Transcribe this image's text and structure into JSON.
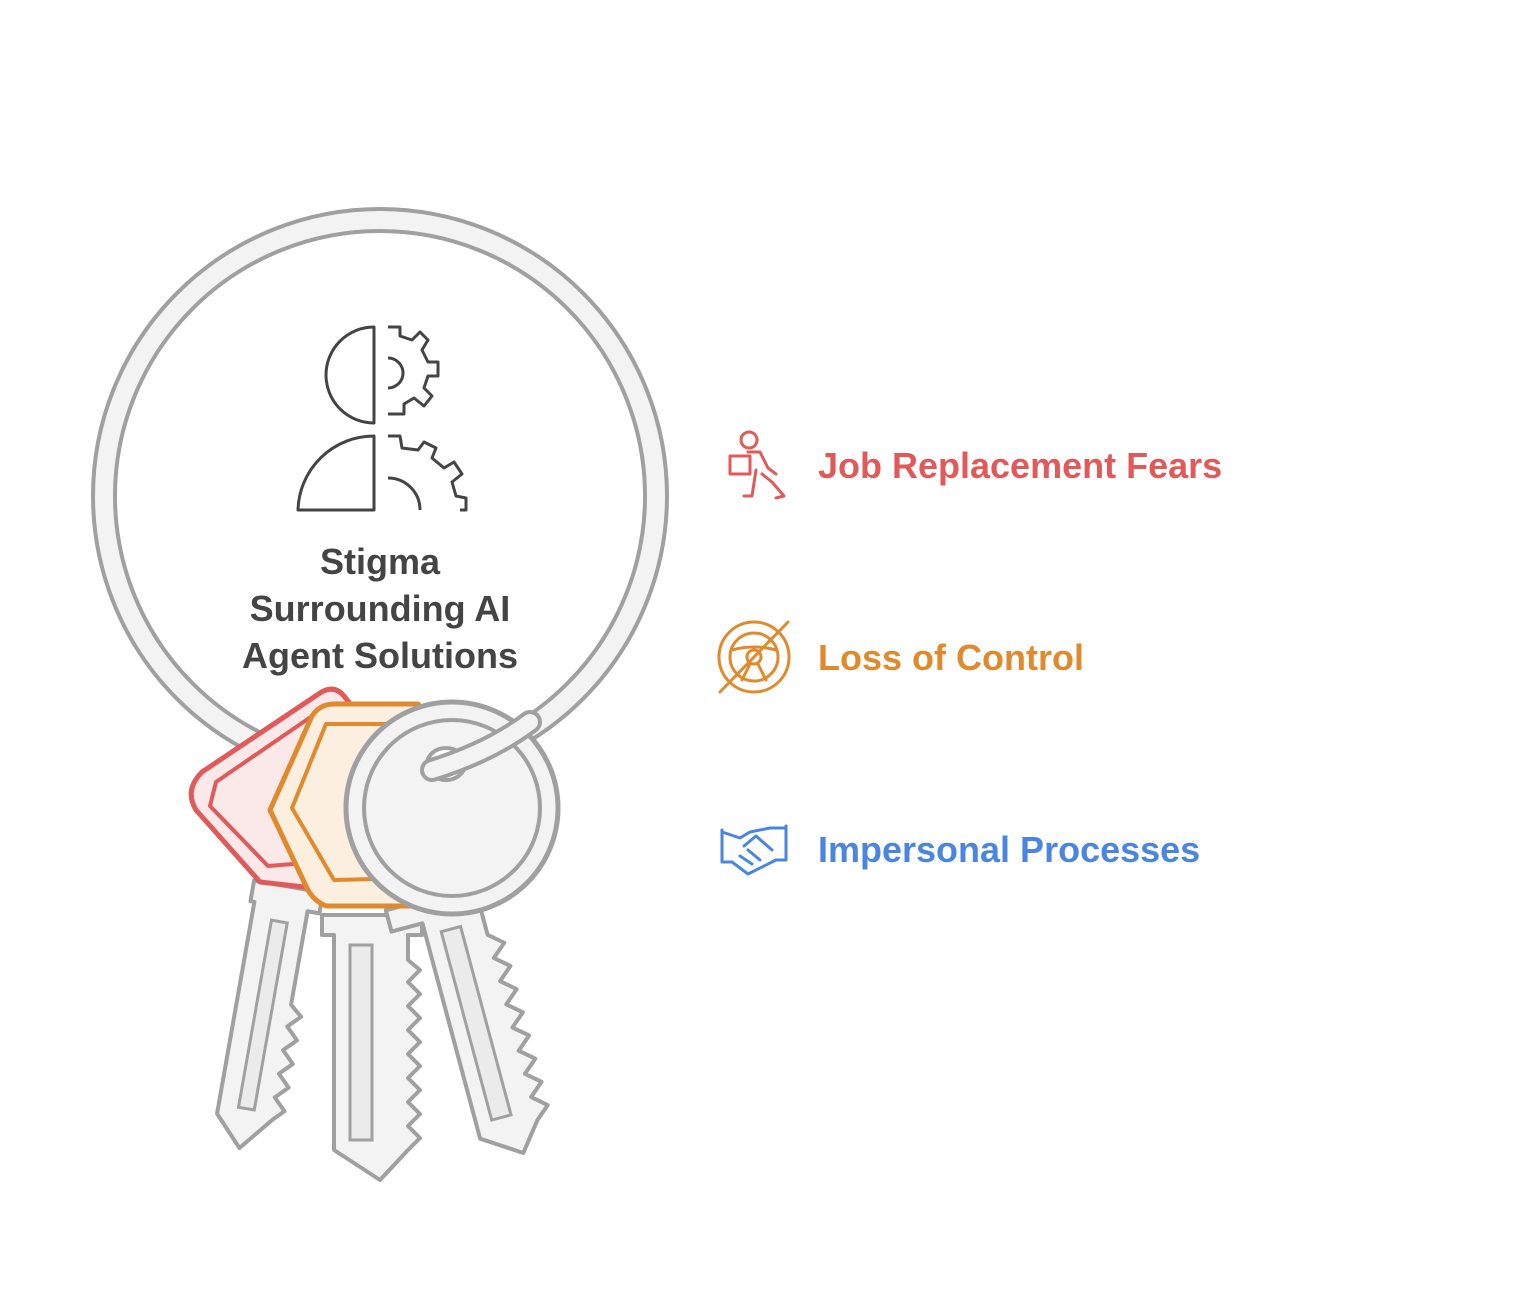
{
  "diagram": {
    "title_lines": [
      "Stigma",
      "Surrounding AI",
      "Agent Solutions"
    ],
    "central_icon": "human-robot-gear-icon",
    "items": [
      {
        "label": "Job Replacement Fears",
        "icon": "worker-carrying-box-icon",
        "color": "#e05a5a"
      },
      {
        "label": "Loss of Control",
        "icon": "no-steering-wheel-icon",
        "color": "#e08a2e"
      },
      {
        "label": "Impersonal Processes",
        "icon": "handshake-icon",
        "color": "#4a86e0"
      }
    ],
    "colors": {
      "ring_outline": "#a0a0a0",
      "key_fill": "#f3f3f3",
      "tag_red": "#e05a5a",
      "tag_orange": "#e08a2e",
      "text_dark": "#444444"
    }
  }
}
